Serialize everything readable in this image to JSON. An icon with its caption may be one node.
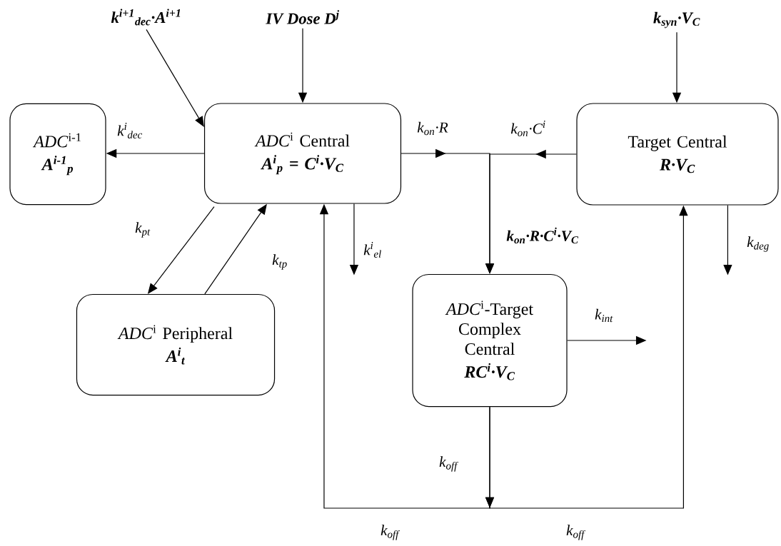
{
  "diagram": {
    "nodes": [
      {
        "text": [
          "*ADC*$^{i-1}$",
          "A$^{i-1}$$_{p}$"
        ]
      },
      {
        "text": [
          "*ADC*$^{i}$ Central",
          "A$^{i}$$_{p}$ = C$^{i}$·V$_{C}$"
        ]
      },
      {
        "text": [
          "Target Central",
          "R·V$_{C}$"
        ]
      },
      {
        "text": [
          "*ADC*$^{i}$ Peripheral",
          "A$^{i}$$_{t}$"
        ]
      },
      {
        "text": [
          "*ADC*$^{i}$-Target Complex Central",
          "RC$^{i}$·V$_{C}$"
        ]
      },
      {
        "text": [
          "k$^{i+1}$$_{dec}$·A$^{i+1}$"
        ]
      },
      {
        "text": [
          "IV Dose D$^{j}$"
        ]
      },
      {
        "text": [
          "k$_{syn}$·V$_{C}$"
        ]
      }
    ],
    "edges": [
      {
        "from": 5,
        "to": 1,
        "arrow": "to"
      },
      {
        "from": 6,
        "to": 1,
        "arrow": "to"
      },
      {
        "from": 7,
        "to": 2,
        "arrow": "to"
      },
      {
        "from": 1,
        "to": 0,
        "arrow": "to",
        "label": "k$^{i}$$_{dec}$"
      },
      {
        "from": 1,
        "to": 3,
        "arrow": "to",
        "label": "k$_{pt}$"
      },
      {
        "from": 3,
        "to": 1,
        "arrow": "to",
        "label": "k$_{tp}$"
      },
      {
        "from": 1,
        "to": null,
        "arrow": "to",
        "label": "k$^{i}$$_{el}$"
      },
      {
        "from": 1,
        "to": 4,
        "arrow": "to",
        "label": "k$_{on}$·R"
      },
      {
        "from": 2,
        "to": 4,
        "arrow": "to",
        "label": "k$_{on}$·C$^{i}$"
      },
      {
        "from": 4,
        "to": null,
        "arrow": "to",
        "label": "k$_{int}$"
      },
      {
        "from": 2,
        "to": null,
        "arrow": "to",
        "label": "k$_{deg}$"
      },
      {
        "from": 4,
        "to": 1,
        "arrow": "to",
        "label": "k$_{off}$"
      },
      {
        "from": 4,
        "to": 2,
        "arrow": "to",
        "label": "k$_{off}$"
      }
    ],
    "labels": [
      "k$_{on}$·R·C$^{i}$·V$_{C}$",
      "k$_{off}$"
    ]
  }
}
